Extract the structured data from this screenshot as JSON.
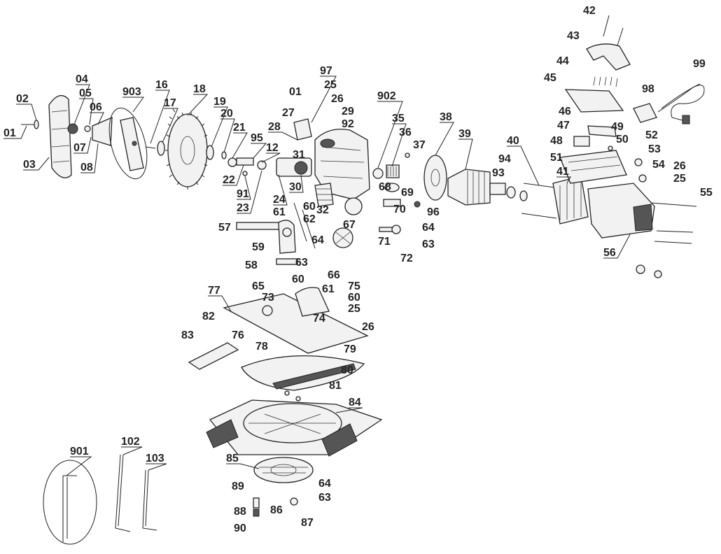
{
  "diagram": {
    "labels": [
      "01",
      "02",
      "03",
      "04",
      "05",
      "06",
      "07",
      "08",
      "903",
      "16",
      "17",
      "18",
      "19",
      "20",
      "21",
      "22",
      "91",
      "95",
      "12",
      "31",
      "23",
      "24",
      "61",
      "30",
      "28",
      "27",
      "01",
      "97",
      "25",
      "26",
      "29",
      "92",
      "902",
      "35",
      "36",
      "37",
      "38",
      "39",
      "40",
      "94",
      "93",
      "68",
      "69",
      "70",
      "96",
      "64",
      "63",
      "71",
      "72",
      "32",
      "60",
      "62",
      "57",
      "59",
      "58",
      "64",
      "63",
      "65",
      "67",
      "66",
      "42",
      "43",
      "44",
      "45",
      "98",
      "99",
      "46",
      "47",
      "48",
      "49",
      "50",
      "51",
      "52",
      "53",
      "54",
      "26",
      "25",
      "55",
      "41",
      "56",
      "77",
      "73",
      "60",
      "61",
      "75",
      "60",
      "25",
      "82",
      "76",
      "74",
      "26",
      "78",
      "83",
      "79",
      "80",
      "81",
      "84",
      "85",
      "64",
      "63",
      "89",
      "88",
      "86",
      "87",
      "90",
      "901",
      "102",
      "103"
    ]
  }
}
